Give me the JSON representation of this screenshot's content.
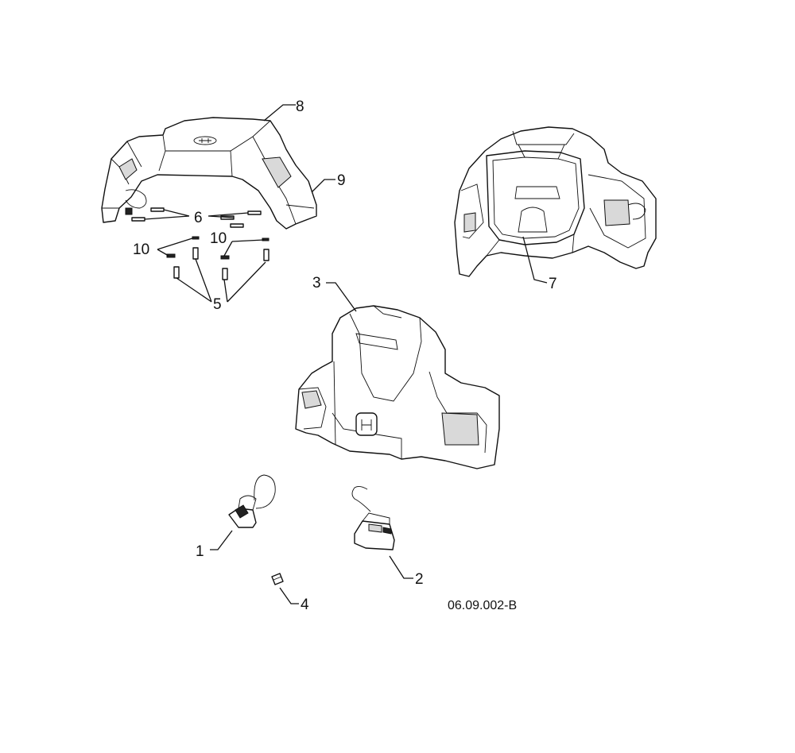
{
  "diagram": {
    "drawing_code": "06.09.002-B",
    "callouts": {
      "c1": "1",
      "c2": "2",
      "c3": "3",
      "c4": "4",
      "c5": "5",
      "c6": "6",
      "c7": "7",
      "c8": "8",
      "c9": "9",
      "c10a": "10",
      "c10b": "10"
    },
    "parts": [
      {
        "id": "c1",
        "icon": "lamp-socket-icon"
      },
      {
        "id": "c2",
        "icon": "headlight-bulb-harness-icon"
      },
      {
        "id": "c3",
        "icon": "hood-panel-icon"
      },
      {
        "id": "c4",
        "icon": "clip-icon"
      },
      {
        "id": "c5",
        "icon": "screw-icon"
      },
      {
        "id": "c6",
        "icon": "pin-icon"
      },
      {
        "id": "c7",
        "icon": "hood-underside-icon"
      },
      {
        "id": "c8",
        "icon": "top-cover-icon"
      },
      {
        "id": "c9",
        "icon": "fender-panel-icon"
      },
      {
        "id": "c10",
        "icon": "washer-icon"
      }
    ]
  }
}
